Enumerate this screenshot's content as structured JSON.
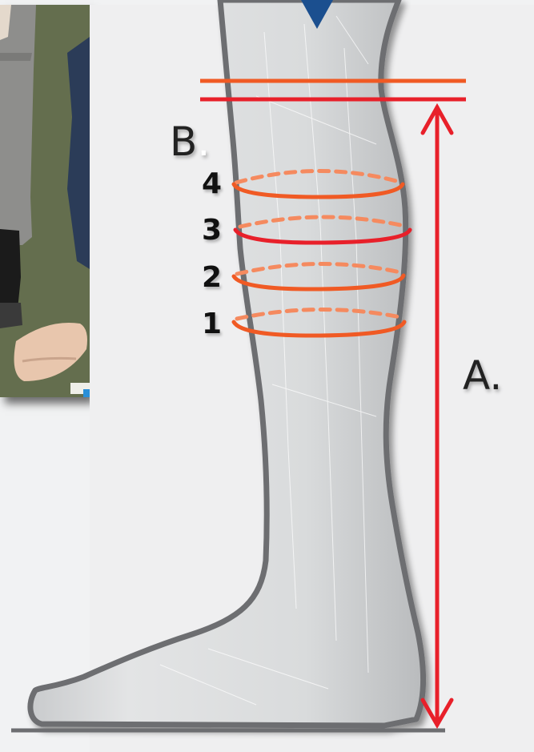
{
  "labels": {
    "height_label": "A.",
    "circumference_label": "B",
    "points": [
      "1",
      "2",
      "3",
      "4"
    ]
  },
  "colors": {
    "orange": "#f05a24",
    "red": "#e8202a",
    "dashed": "#f58a5f",
    "leg": "#dcdedf",
    "outline": "#6d6e71",
    "pointer": "#1b4f8f"
  }
}
